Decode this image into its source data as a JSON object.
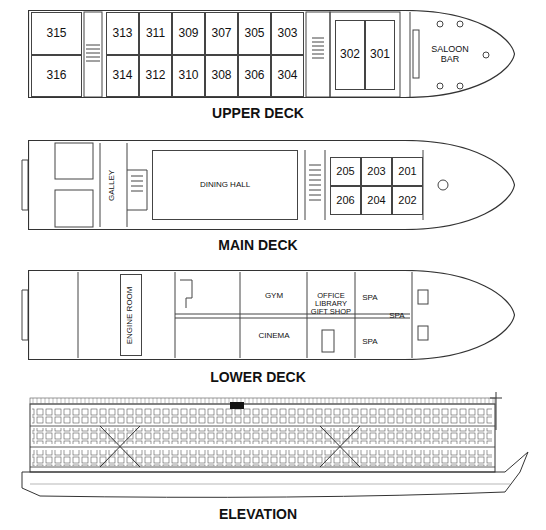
{
  "diagram": {
    "nodes": [
      {
        "text": [
          "UPPER DECK"
        ]
      },
      {
        "text": [
          "315"
        ],
        "in": 0
      },
      {
        "text": [
          "313"
        ],
        "in": 0
      },
      {
        "text": [
          "311"
        ],
        "in": 0
      },
      {
        "text": [
          "309"
        ],
        "in": 0
      },
      {
        "text": [
          "307"
        ],
        "in": 0
      },
      {
        "text": [
          "305"
        ],
        "in": 0
      },
      {
        "text": [
          "303"
        ],
        "in": 0
      },
      {
        "text": [
          "302"
        ],
        "in": 0
      },
      {
        "text": [
          "301"
        ],
        "in": 0
      },
      {
        "text": [
          "SALOON BAR"
        ],
        "in": 0
      },
      {
        "text": [
          "316"
        ],
        "in": 0
      },
      {
        "text": [
          "314"
        ],
        "in": 0
      },
      {
        "text": [
          "312"
        ],
        "in": 0
      },
      {
        "text": [
          "310"
        ],
        "in": 0
      },
      {
        "text": [
          "308"
        ],
        "in": 0
      },
      {
        "text": [
          "306"
        ],
        "in": 0
      },
      {
        "text": [
          "304"
        ],
        "in": 0
      },
      {
        "text": [
          "MAIN DECK"
        ]
      },
      {
        "text": [
          "GALLEY"
        ],
        "in": 18
      },
      {
        "text": [
          "DINING HALL"
        ],
        "in": 18
      },
      {
        "text": [
          "205"
        ],
        "in": 18
      },
      {
        "text": [
          "203"
        ],
        "in": 18
      },
      {
        "text": [
          "201"
        ],
        "in": 18
      },
      {
        "text": [
          "206"
        ],
        "in": 18
      },
      {
        "text": [
          "204"
        ],
        "in": 18
      },
      {
        "text": [
          "202"
        ],
        "in": 18
      },
      {
        "text": [
          "LOWER DECK"
        ]
      },
      {
        "text": [
          "ENGINE ROOM"
        ],
        "in": 27
      },
      {
        "text": [
          "GYM"
        ],
        "in": 27
      },
      {
        "text": [
          "OFFICE LIBRARY GIFT SHOP"
        ],
        "in": 27
      },
      {
        "text": [
          "SPA"
        ],
        "in": 27
      },
      {
        "text": [
          "SPA"
        ],
        "in": 27
      },
      {
        "text": [
          "CINEMA"
        ],
        "in": 27
      },
      {
        "text": [
          "SPA"
        ],
        "in": 27
      }
    ],
    "labels": [
      "ELEVATION"
    ]
  }
}
